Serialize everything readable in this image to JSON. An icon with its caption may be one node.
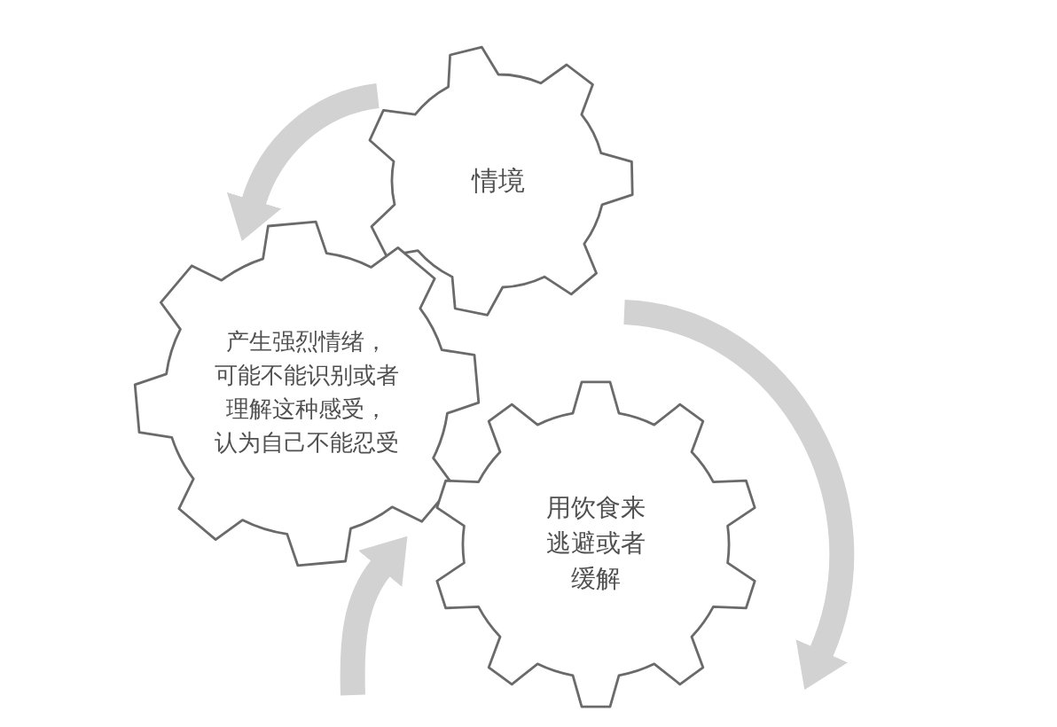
{
  "diagram": {
    "nodes": [
      {
        "text": [
          "情境"
        ]
      },
      {
        "text": [
          "产生强烈情绪，可能不能识别或者理解这种感受，认为自己不能忍受"
        ]
      },
      {
        "text": [
          "用饮食来逃避或者缓解"
        ]
      }
    ],
    "edges": [
      {
        "from": 0,
        "to": 1,
        "arrow": "to"
      },
      {
        "from": 0,
        "to": 2,
        "arrow": "to"
      },
      {
        "from": null,
        "to": 2,
        "arrow": "to"
      }
    ]
  }
}
